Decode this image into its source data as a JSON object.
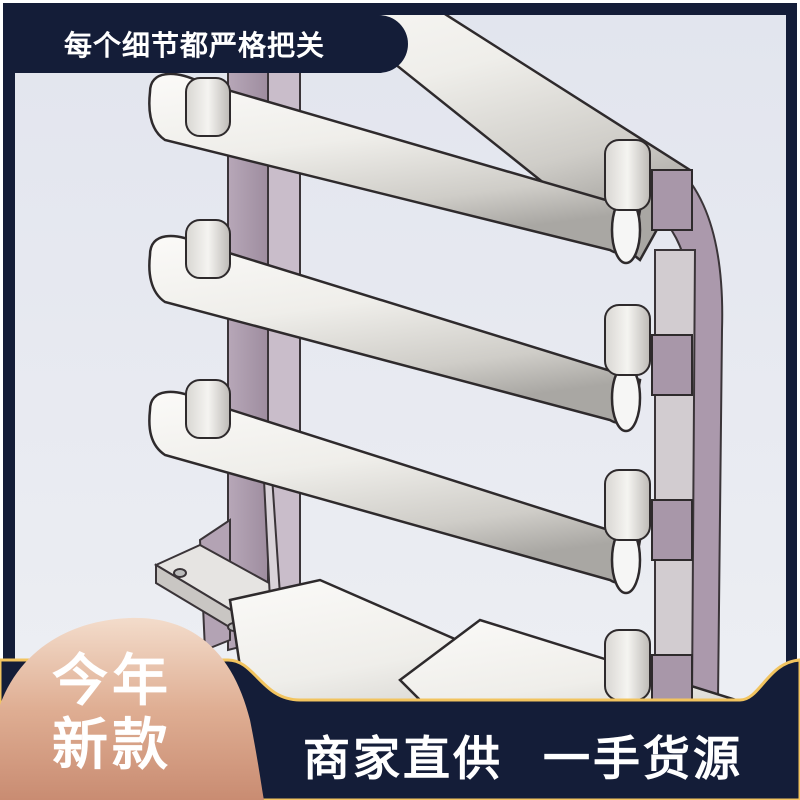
{
  "top_banner": {
    "text": "每个细节都严格把关"
  },
  "badge": {
    "line1": "今年",
    "line2": "新款"
  },
  "slogan": {
    "part1": "商家直供",
    "part2": "一手货源"
  },
  "illustration": {
    "subject": "stainless steel guardrail with round horizontal pipes, oval sleeve clamps, curved posts and bolted base plate",
    "pipe_count_visible": 5
  },
  "colors": {
    "navy": "#141d38",
    "gold_edge": "#f2c45f",
    "peach_light": "#f3dccb",
    "peach_dark": "#c98c72",
    "background": "#e4e7ef",
    "post_mauve": "#a896a8",
    "pipe_white": "#f4f3f0"
  }
}
